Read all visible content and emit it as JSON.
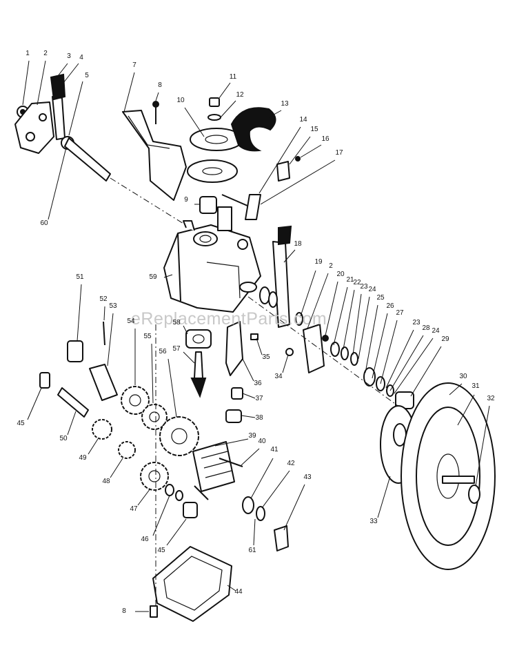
{
  "watermark": "eReplacementParts.com",
  "callouts": [
    {
      "id": "c1",
      "label": "1"
    },
    {
      "id": "c2",
      "label": "2"
    },
    {
      "id": "c3",
      "label": "3"
    },
    {
      "id": "c4",
      "label": "4"
    },
    {
      "id": "c5",
      "label": "5"
    },
    {
      "id": "c60",
      "label": "60"
    },
    {
      "id": "c7",
      "label": "7"
    },
    {
      "id": "c8a",
      "label": "8"
    },
    {
      "id": "c10",
      "label": "10"
    },
    {
      "id": "c11",
      "label": "11"
    },
    {
      "id": "c12",
      "label": "12"
    },
    {
      "id": "c13",
      "label": "13"
    },
    {
      "id": "c14",
      "label": "14"
    },
    {
      "id": "c15",
      "label": "15"
    },
    {
      "id": "c16",
      "label": "16"
    },
    {
      "id": "c17",
      "label": "17"
    },
    {
      "id": "c9",
      "label": "9"
    },
    {
      "id": "c59",
      "label": "59"
    },
    {
      "id": "c18",
      "label": "18"
    },
    {
      "id": "c19",
      "label": "19"
    },
    {
      "id": "c2b",
      "label": "2"
    },
    {
      "id": "c20",
      "label": "20"
    },
    {
      "id": "c21",
      "label": "21"
    },
    {
      "id": "c22",
      "label": "22"
    },
    {
      "id": "c23a",
      "label": "23"
    },
    {
      "id": "c24a",
      "label": "24"
    },
    {
      "id": "c25",
      "label": "25"
    },
    {
      "id": "c26",
      "label": "26"
    },
    {
      "id": "c27",
      "label": "27"
    },
    {
      "id": "c23b",
      "label": "23"
    },
    {
      "id": "c28",
      "label": "28"
    },
    {
      "id": "c24b",
      "label": "24"
    },
    {
      "id": "c29",
      "label": "29"
    },
    {
      "id": "c30",
      "label": "30"
    },
    {
      "id": "c31",
      "label": "31"
    },
    {
      "id": "c32",
      "label": "32"
    },
    {
      "id": "c33",
      "label": "33"
    },
    {
      "id": "c51",
      "label": "51"
    },
    {
      "id": "c52",
      "label": "52"
    },
    {
      "id": "c53",
      "label": "53"
    },
    {
      "id": "c54",
      "label": "54"
    },
    {
      "id": "c55",
      "label": "55"
    },
    {
      "id": "c58",
      "label": "58"
    },
    {
      "id": "c57",
      "label": "57"
    },
    {
      "id": "c56",
      "label": "56"
    },
    {
      "id": "c35",
      "label": "35"
    },
    {
      "id": "c34",
      "label": "34"
    },
    {
      "id": "c36",
      "label": "36"
    },
    {
      "id": "c37",
      "label": "37"
    },
    {
      "id": "c38",
      "label": "38"
    },
    {
      "id": "c45a",
      "label": "45"
    },
    {
      "id": "c50",
      "label": "50"
    },
    {
      "id": "c49",
      "label": "49"
    },
    {
      "id": "c48",
      "label": "48"
    },
    {
      "id": "c39",
      "label": "39"
    },
    {
      "id": "c40",
      "label": "40"
    },
    {
      "id": "c41",
      "label": "41"
    },
    {
      "id": "c42",
      "label": "42"
    },
    {
      "id": "c43",
      "label": "43"
    },
    {
      "id": "c47",
      "label": "47"
    },
    {
      "id": "c46",
      "label": "46"
    },
    {
      "id": "c45b",
      "label": "45"
    },
    {
      "id": "c61",
      "label": "61"
    },
    {
      "id": "c44",
      "label": "44"
    },
    {
      "id": "c8b",
      "label": "8"
    }
  ]
}
